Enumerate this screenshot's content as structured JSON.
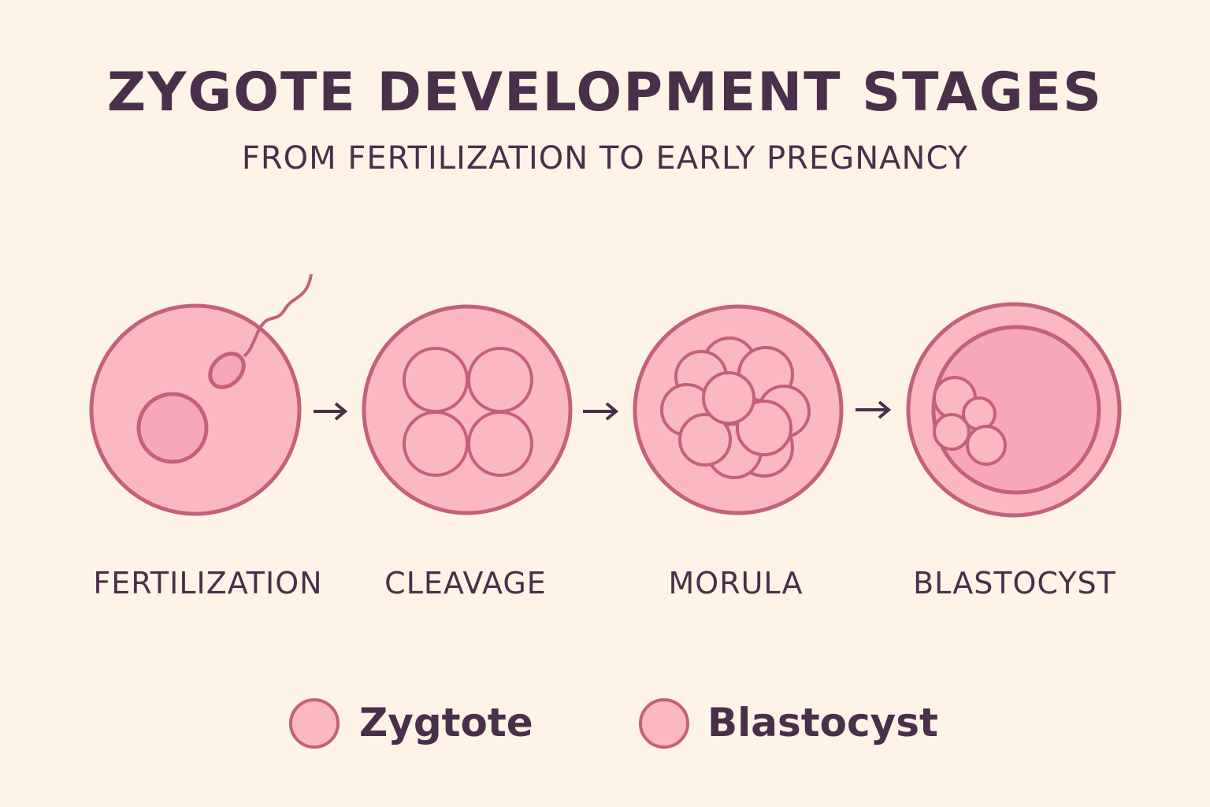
{
  "header": {
    "title": "ZYGOTE DEVELOPMENT STAGES",
    "subtitle": "FROM FERTILIZATION TO EARLY PREGNANCY"
  },
  "stages": [
    {
      "label": "FERTILIZATION",
      "icon": "fertilization-cell-icon"
    },
    {
      "label": "CLEAVAGE",
      "icon": "cleavage-cell-icon"
    },
    {
      "label": "MORULA",
      "icon": "morula-cell-icon"
    },
    {
      "label": "BLASTOCYST",
      "icon": "blastocyst-cell-icon"
    }
  ],
  "legend": {
    "items": [
      {
        "label": "Zygtote",
        "color": "#fbb8c0"
      },
      {
        "label": "Blastocyst",
        "color": "#fbb8c0"
      }
    ]
  },
  "colors": {
    "background": "#fdf3e6",
    "cell_fill": "#fbb8c0",
    "cell_stroke": "#c4607c",
    "inner_fill": "#f7a8b6",
    "arrow": "#4a2f4a",
    "text": "#4a2f4a"
  }
}
